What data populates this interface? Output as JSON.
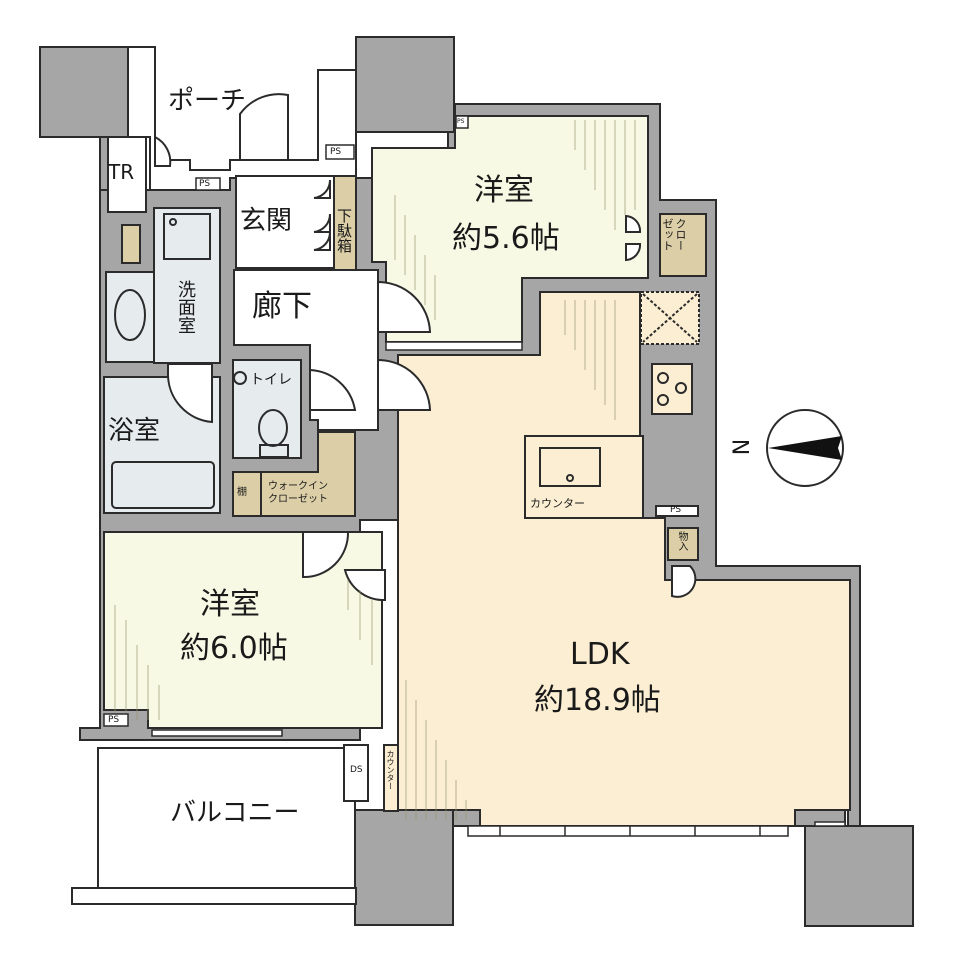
{
  "floorplan": {
    "colors": {
      "wall": "#a6a6a6",
      "outline": "#2b2b2b",
      "bedroom_floor": "#f8f9e4",
      "ldk_floor": "#fbeed2",
      "wet_area": "#e6ecee",
      "storage": "#dccfa8",
      "white": "#ffffff"
    },
    "rooms": {
      "porch": {
        "label": "ポーチ"
      },
      "trunk_room": {
        "label": "TR"
      },
      "entrance": {
        "label": "玄関"
      },
      "shoe_box": {
        "label": "下駄箱"
      },
      "hallway": {
        "label": "廊下"
      },
      "washroom": {
        "label": "洗面室"
      },
      "linen_storage": {
        "label": ""
      },
      "bathroom": {
        "label": "浴室"
      },
      "toilet": {
        "label": "トイレ"
      },
      "shelf": {
        "label": "棚"
      },
      "walk_in_closet": {
        "label": "ウォークイン クローゼット",
        "line1": "ウォークイン",
        "line2": "クローゼット"
      },
      "bedroom_north": {
        "label": "洋室",
        "size": "約5.6帖"
      },
      "closet_north": {
        "label": "クローゼット",
        "line1": "クロー",
        "line2": "ゼット"
      },
      "bedroom_south": {
        "label": "洋室",
        "size": "約6.0帖"
      },
      "ldk": {
        "label": "LDK",
        "size": "約18.9帖"
      },
      "kitchen_counter": {
        "label": "カウンター"
      },
      "living_counter": {
        "label": "カウンター"
      },
      "storage_small": {
        "label": "物入"
      },
      "balcony": {
        "label": "バルコニー"
      }
    },
    "shafts": {
      "ps_porch": "PS",
      "ps_outer": "PS",
      "ps_bedroom_north": "PS",
      "ps_kitchen": "PS",
      "ps_bedroom_south": "PS",
      "ds_balcony": "DS"
    },
    "compass": {
      "direction_label": "N",
      "icon": "north-arrow-icon"
    }
  }
}
